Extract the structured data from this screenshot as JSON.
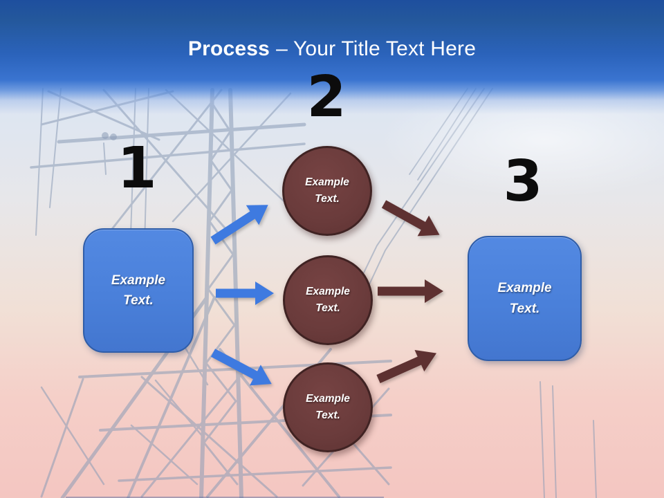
{
  "title": {
    "bold": "Process",
    "regular": "– Your Title Text Here"
  },
  "steps": [
    {
      "number": "1",
      "label": "Example Text."
    },
    {
      "number": "2",
      "circles": [
        {
          "label": "Example Text."
        },
        {
          "label": "Example Text."
        },
        {
          "label": "Example Text."
        }
      ]
    },
    {
      "number": "3",
      "label": "Example Text."
    }
  ],
  "colors": {
    "banner_blue_top": "#1e4f9e",
    "banner_blue_bottom": "#3a74d0",
    "title_text": "#ffffff",
    "step_number": "#0c0c0c",
    "box_fill": "#4a80da",
    "box_border": "#2f5da8",
    "circle_fill": "#6a3b3b",
    "circle_border": "#402323",
    "arrow_blue": "#3e7ae0",
    "arrow_brown": "#5e3131",
    "background_top": "#dbe5f3",
    "background_bottom": "#f4c6c1"
  }
}
